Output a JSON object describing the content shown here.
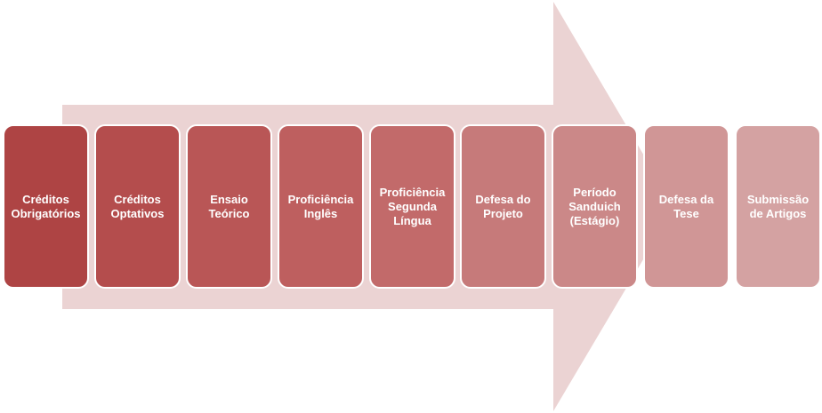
{
  "steps": [
    {
      "label": "Créditos\nObrigatórios",
      "color": "#ae4444"
    },
    {
      "label": "Créditos\nOptativos",
      "color": "#b44d4d"
    },
    {
      "label": "Ensaio\nTeórico",
      "color": "#b95656"
    },
    {
      "label": "Proficiência\nInglês",
      "color": "#be5f5f"
    },
    {
      "label": "Proficiência\nSegunda\nLíngua",
      "color": "#c26a6a"
    },
    {
      "label": "Defesa do\nProjeto",
      "color": "#c67a7a"
    },
    {
      "label": "Período\nSanduich\n(Estágio)",
      "color": "#cb8888"
    },
    {
      "label": "Defesa da\nTese",
      "color": "#d09696"
    },
    {
      "label": "Submissão\nde Artigos",
      "color": "#d4a2a2"
    }
  ],
  "arrow_color": "#ebd3d3"
}
